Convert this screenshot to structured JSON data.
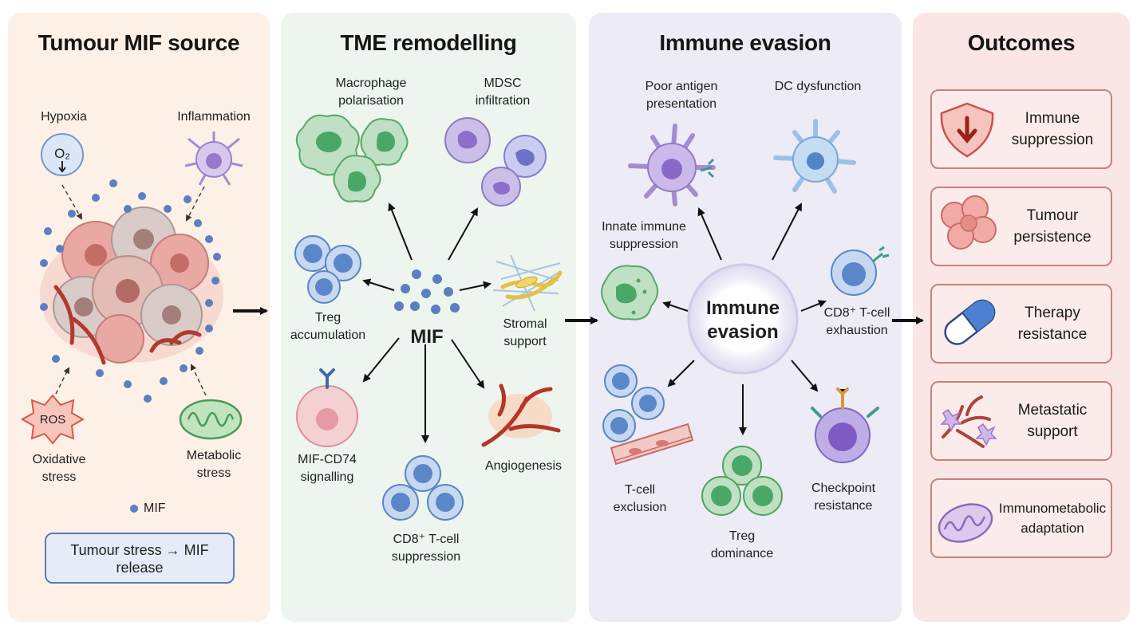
{
  "panels": {
    "source": {
      "title": "Tumour MIF source",
      "hypoxia": "Hypoxia",
      "o2_symbol": "O₂",
      "inflammation": "Inflammation",
      "ros": "ROS",
      "oxidative_stress": "Oxidative stress",
      "metabolic_stress": "Metabolic stress",
      "legend": "MIF",
      "stress_box": "Tumour stress → MIF release"
    },
    "tme": {
      "title": "TME remodelling",
      "center": "MIF",
      "macrophage": "Macrophage polarisation",
      "mdsc": "MDSC infiltration",
      "treg": "Treg accumulation",
      "stromal": "Stromal support",
      "cd74": "MIF-CD74 signalling",
      "cd8": "CD8⁺ T-cell suppression",
      "angio": "Angiogenesis"
    },
    "evasion": {
      "title": "Immune evasion",
      "center": "Immune evasion",
      "antigen": "Poor antigen presentation",
      "dc": "DC dysfunction",
      "innate": "Innate immune suppression",
      "exhaustion": "CD8⁺ T-cell exhaustion",
      "exclusion": "T-cell exclusion",
      "treg": "Treg dominance",
      "checkpoint": "Checkpoint resistance"
    },
    "outcomes": {
      "title": "Outcomes",
      "items": [
        {
          "label": "Immune suppression",
          "icon": "shield-icon"
        },
        {
          "label": "Tumour persistence",
          "icon": "tumour-cluster-icon"
        },
        {
          "label": "Therapy resistance",
          "icon": "capsule-icon"
        },
        {
          "label": "Metastatic support",
          "icon": "metastasis-icon"
        },
        {
          "label": "Immunometabolic adaptation",
          "icon": "mitochondrion-icon"
        }
      ]
    }
  },
  "colors": {
    "panel_source": "#fdf0e6",
    "panel_tme": "#edf5ee",
    "panel_evasion": "#ecebf6",
    "panel_outcomes": "#fbe6e6",
    "mif_dot": "#5b7fc0",
    "outcome_border": "#c9827e"
  }
}
